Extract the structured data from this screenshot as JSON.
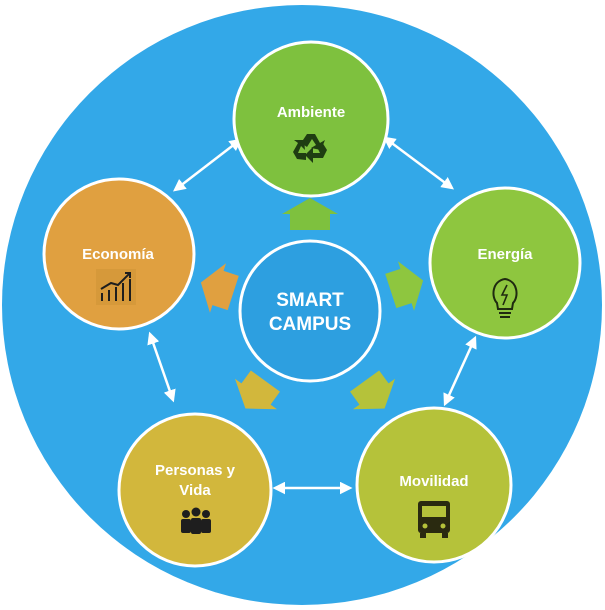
{
  "center": {
    "line1": "SMART",
    "line2": "CAMPUS"
  },
  "nodes": [
    {
      "id": "ambiente",
      "label": "Ambiente",
      "icon": "recycle-icon",
      "color": "#7ec13e"
    },
    {
      "id": "energia",
      "label": "Energía",
      "icon": "lightbulb-icon",
      "color": "#8ec63f"
    },
    {
      "id": "movilidad",
      "label": "Movilidad",
      "icon": "bus-icon",
      "color": "#b5c23a"
    },
    {
      "id": "personas",
      "label_line1": "Personas y",
      "label_line2": "Vida",
      "icon": "people-group-icon",
      "color": "#d2b73c"
    },
    {
      "id": "economia",
      "label": "Economía",
      "icon": "growth-chart-icon",
      "color": "#e0a040"
    }
  ],
  "colors": {
    "background_circle": "#33a8e8",
    "center_circle": "#2d9fe0",
    "outline": "#ffffff",
    "connector": "#ffffff"
  }
}
